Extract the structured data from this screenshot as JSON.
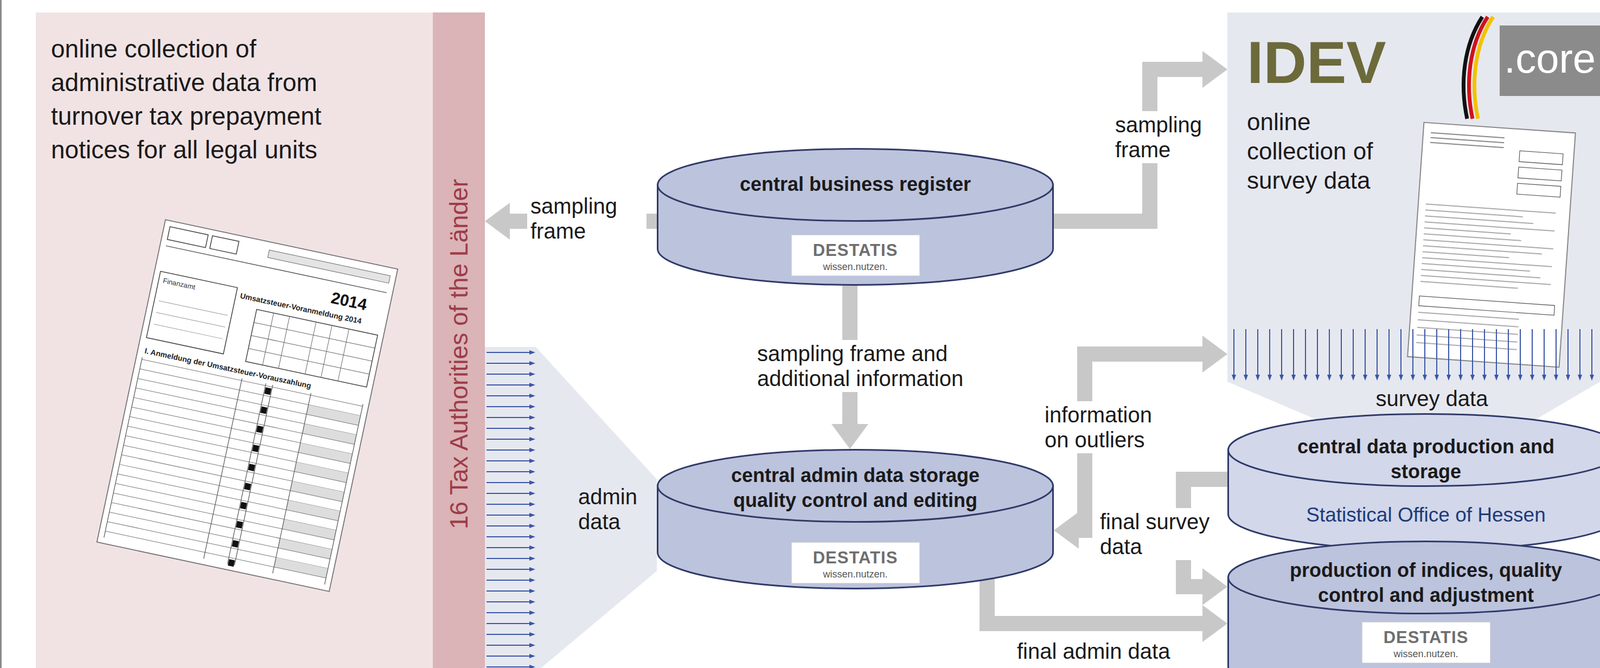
{
  "diagram": {
    "nodes": [
      {
        "text": [
          "online collection of administrative data from turnover tax prepayment notices for all legal units"
        ]
      },
      {
        "text": [
          "16 Tax Authorities of the Länder"
        ],
        "in": 0
      },
      {
        "text": [
          "central business register",
          "DESTATIS",
          "wissen.nutzen."
        ]
      },
      {
        "text": [
          "central admin data storage quality control and editing",
          "DESTATIS",
          "wissen.nutzen."
        ]
      },
      {
        "text": [
          "IDEV",
          "online collection of survey data",
          ".core"
        ]
      },
      {
        "text": [
          "central data production and storage",
          "Statistical Office of Hessen"
        ]
      },
      {
        "text": [
          "production of indices, quality control and adjustment",
          "DESTATIS",
          "wissen.nutzen."
        ]
      }
    ],
    "edges": [
      {
        "from": 2,
        "to": 1,
        "arrow": "to",
        "label": "sampling frame"
      },
      {
        "from": 2,
        "to": 4,
        "arrow": "to",
        "label": "sampling frame"
      },
      {
        "from": 2,
        "to": 3,
        "arrow": "to",
        "label": "sampling frame and additional information"
      },
      {
        "from": 1,
        "to": 3,
        "arrow": "to",
        "label": "admin data"
      },
      {
        "from": 3,
        "to": 4,
        "arrow": "both",
        "label": "information on outliers"
      },
      {
        "from": 4,
        "to": 5,
        "arrow": "to",
        "label": "survey data"
      },
      {
        "from": 5,
        "to": 6,
        "arrow": "to",
        "label": "final survey data"
      },
      {
        "from": 3,
        "to": 6,
        "arrow": "to",
        "label": "final admin data"
      }
    ],
    "labels": [
      "2014",
      "Umsatzsteuer-Voranmeldung 2014",
      "Finanzamt",
      "I. Anmeldung der Umsatzsteuer-Vorauszahlung"
    ]
  }
}
